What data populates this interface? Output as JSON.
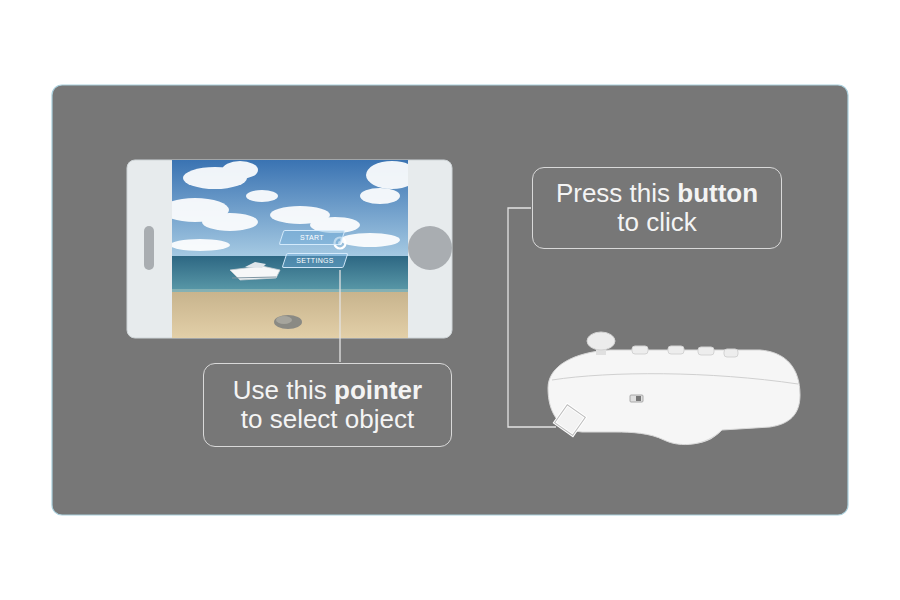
{
  "diagram": {
    "nodes": [
      {
        "text": [
          "Press this button to click"
        ]
      },
      {
        "text": [
          "START"
        ]
      },
      {
        "text": [
          "SETTINGS"
        ]
      },
      {
        "text": [
          "Use this pointer to select object"
        ]
      }
    ]
  }
}
